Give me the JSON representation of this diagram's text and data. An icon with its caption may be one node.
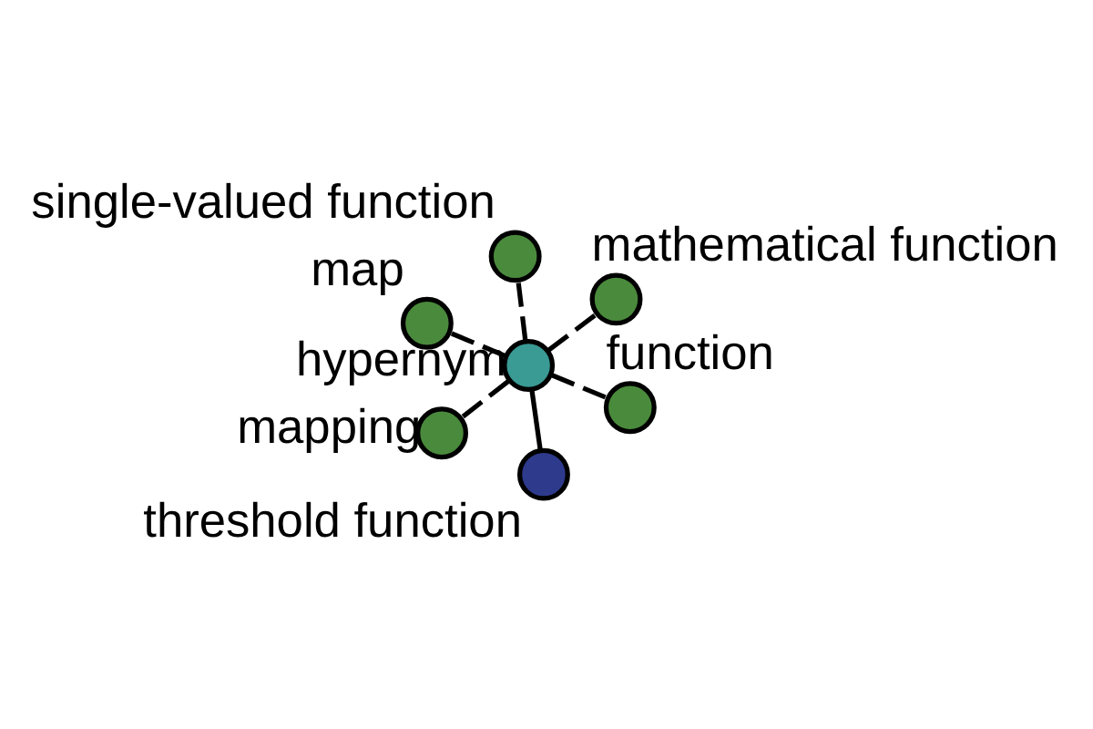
{
  "diagram": {
    "nodes": [
      {
        "text": [
          "map"
        ]
      },
      {
        "text": [
          "function"
        ]
      },
      {
        "text": [
          "threshold function"
        ]
      },
      {
        "text": [
          "hypernym"
        ]
      },
      {
        "text": [
          "mathematical function"
        ]
      },
      {
        "text": [
          "single-valued function"
        ]
      },
      {
        "text": [
          "mapping"
        ]
      }
    ],
    "edges": [
      {
        "from": 3,
        "to": 0,
        "arrow": "none",
        "style": "dashed"
      },
      {
        "from": 3,
        "to": 1,
        "arrow": "none",
        "style": "dashed"
      },
      {
        "from": 3,
        "to": 2,
        "arrow": "none"
      },
      {
        "from": 3,
        "to": 4,
        "arrow": "none",
        "style": "dashed"
      },
      {
        "from": 3,
        "to": 5,
        "arrow": "none",
        "style": "dashed"
      },
      {
        "from": 3,
        "to": 6,
        "arrow": "none",
        "style": "dashed"
      }
    ]
  }
}
